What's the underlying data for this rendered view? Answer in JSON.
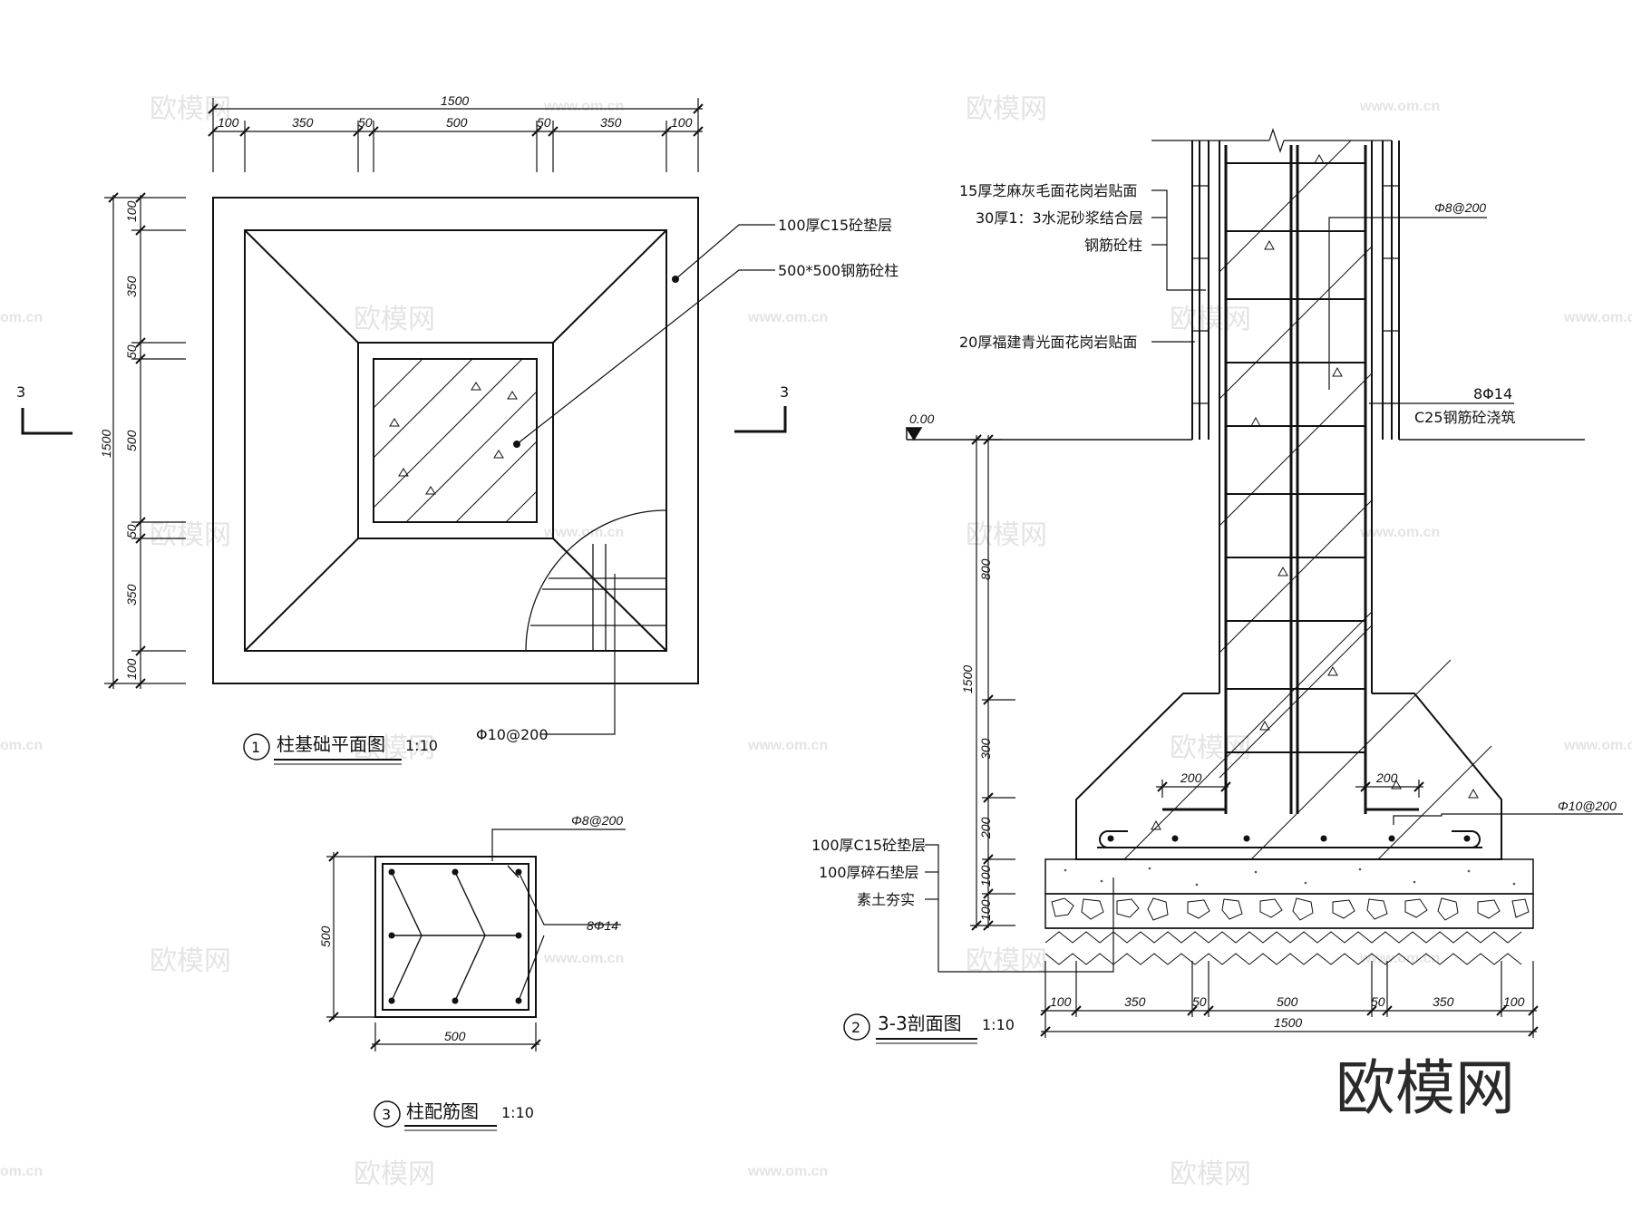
{
  "watermark": {
    "logo": "欧模网",
    "url": "www.om.cn",
    "url_short": "om.cn"
  },
  "brand": "欧模网",
  "plan": {
    "title_no": "1",
    "title": "柱基础平面图",
    "scale": "1:10",
    "section_mark": "3",
    "dims_top": [
      "1500",
      "100",
      "350",
      "50",
      "500",
      "50",
      "350",
      "100"
    ],
    "dims_left": [
      "1500",
      "100",
      "350",
      "50",
      "500",
      "50",
      "350",
      "100"
    ],
    "labels": [
      "100厚C15砼垫层",
      "500*500钢筋砼柱",
      "Φ10@200"
    ]
  },
  "rebar": {
    "title_no": "3",
    "title": "柱配筋图",
    "scale": "1:10",
    "labels": [
      "Φ8@200",
      "8Φ14"
    ],
    "dim_w": "500",
    "dim_h": "500"
  },
  "section": {
    "title_no": "2",
    "title": "3-3剖面图",
    "scale": "1:10",
    "level": "0.00",
    "left_labels": [
      "15厚芝麻灰毛面花岗岩贴面",
      "30厚1：3水泥砂浆结合层",
      "钢筋砼柱",
      "20厚福建青光面花岗岩贴面"
    ],
    "right_labels": [
      "Φ8@200",
      "8Φ14",
      "C25钢筋砼浇筑",
      "Φ10@200"
    ],
    "bed_labels": [
      "100厚C15砼垫层",
      "100厚碎石垫层",
      "素土夯实"
    ],
    "inner_dims": [
      "200",
      "200"
    ],
    "dims_vert": [
      "800",
      "1500",
      "300",
      "200",
      "100",
      "100"
    ],
    "dims_bottom": [
      "100",
      "350",
      "50",
      "500",
      "50",
      "350",
      "100",
      "1500"
    ]
  }
}
